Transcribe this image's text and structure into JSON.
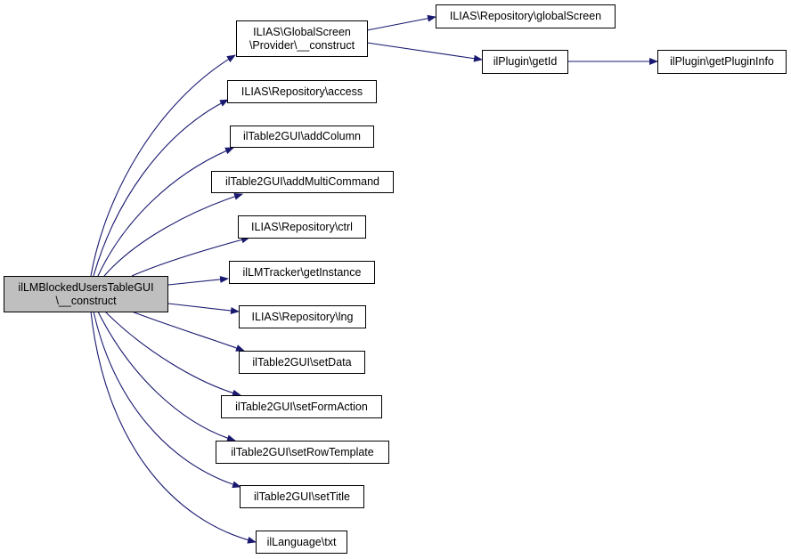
{
  "graph": {
    "type": "call-graph",
    "edge_color": "#191970",
    "current_node_fill": "#bfbfbf",
    "node_fill": "#ffffff",
    "root": {
      "line1": "ilLMBlockedUsersTableGUI",
      "line2": "\\__construct"
    },
    "nodes": {
      "globalscreen_provider_construct": {
        "line1": "ILIAS\\GlobalScreen",
        "line2": "\\Provider\\__construct"
      },
      "repository_globalscreen": {
        "label": "ILIAS\\Repository\\globalScreen"
      },
      "plugin_getid": {
        "label": "ilPlugin\\getId"
      },
      "plugin_getplugininfo": {
        "label": "ilPlugin\\getPluginInfo"
      },
      "repository_access": {
        "label": "ILIAS\\Repository\\access"
      },
      "table2gui_addcolumn": {
        "label": "ilTable2GUI\\addColumn"
      },
      "table2gui_addmulticommand": {
        "label": "ilTable2GUI\\addMultiCommand"
      },
      "repository_ctrl": {
        "label": "ILIAS\\Repository\\ctrl"
      },
      "lmtracker_getinstance": {
        "label": "ilLMTracker\\getInstance"
      },
      "repository_lng": {
        "label": "ILIAS\\Repository\\lng"
      },
      "table2gui_setdata": {
        "label": "ilTable2GUI\\setData"
      },
      "table2gui_setformaction": {
        "label": "ilTable2GUI\\setFormAction"
      },
      "table2gui_setrowtemplate": {
        "label": "ilTable2GUI\\setRowTemplate"
      },
      "table2gui_settitle": {
        "label": "ilTable2GUI\\setTitle"
      },
      "language_txt": {
        "label": "ilLanguage\\txt"
      }
    },
    "edges": [
      [
        "root",
        "globalscreen_provider_construct"
      ],
      [
        "root",
        "repository_access"
      ],
      [
        "root",
        "table2gui_addcolumn"
      ],
      [
        "root",
        "table2gui_addmulticommand"
      ],
      [
        "root",
        "repository_ctrl"
      ],
      [
        "root",
        "lmtracker_getinstance"
      ],
      [
        "root",
        "repository_lng"
      ],
      [
        "root",
        "table2gui_setdata"
      ],
      [
        "root",
        "table2gui_setformaction"
      ],
      [
        "root",
        "table2gui_setrowtemplate"
      ],
      [
        "root",
        "table2gui_settitle"
      ],
      [
        "root",
        "language_txt"
      ],
      [
        "globalscreen_provider_construct",
        "repository_globalscreen"
      ],
      [
        "globalscreen_provider_construct",
        "plugin_getid"
      ],
      [
        "plugin_getid",
        "plugin_getplugininfo"
      ]
    ]
  }
}
